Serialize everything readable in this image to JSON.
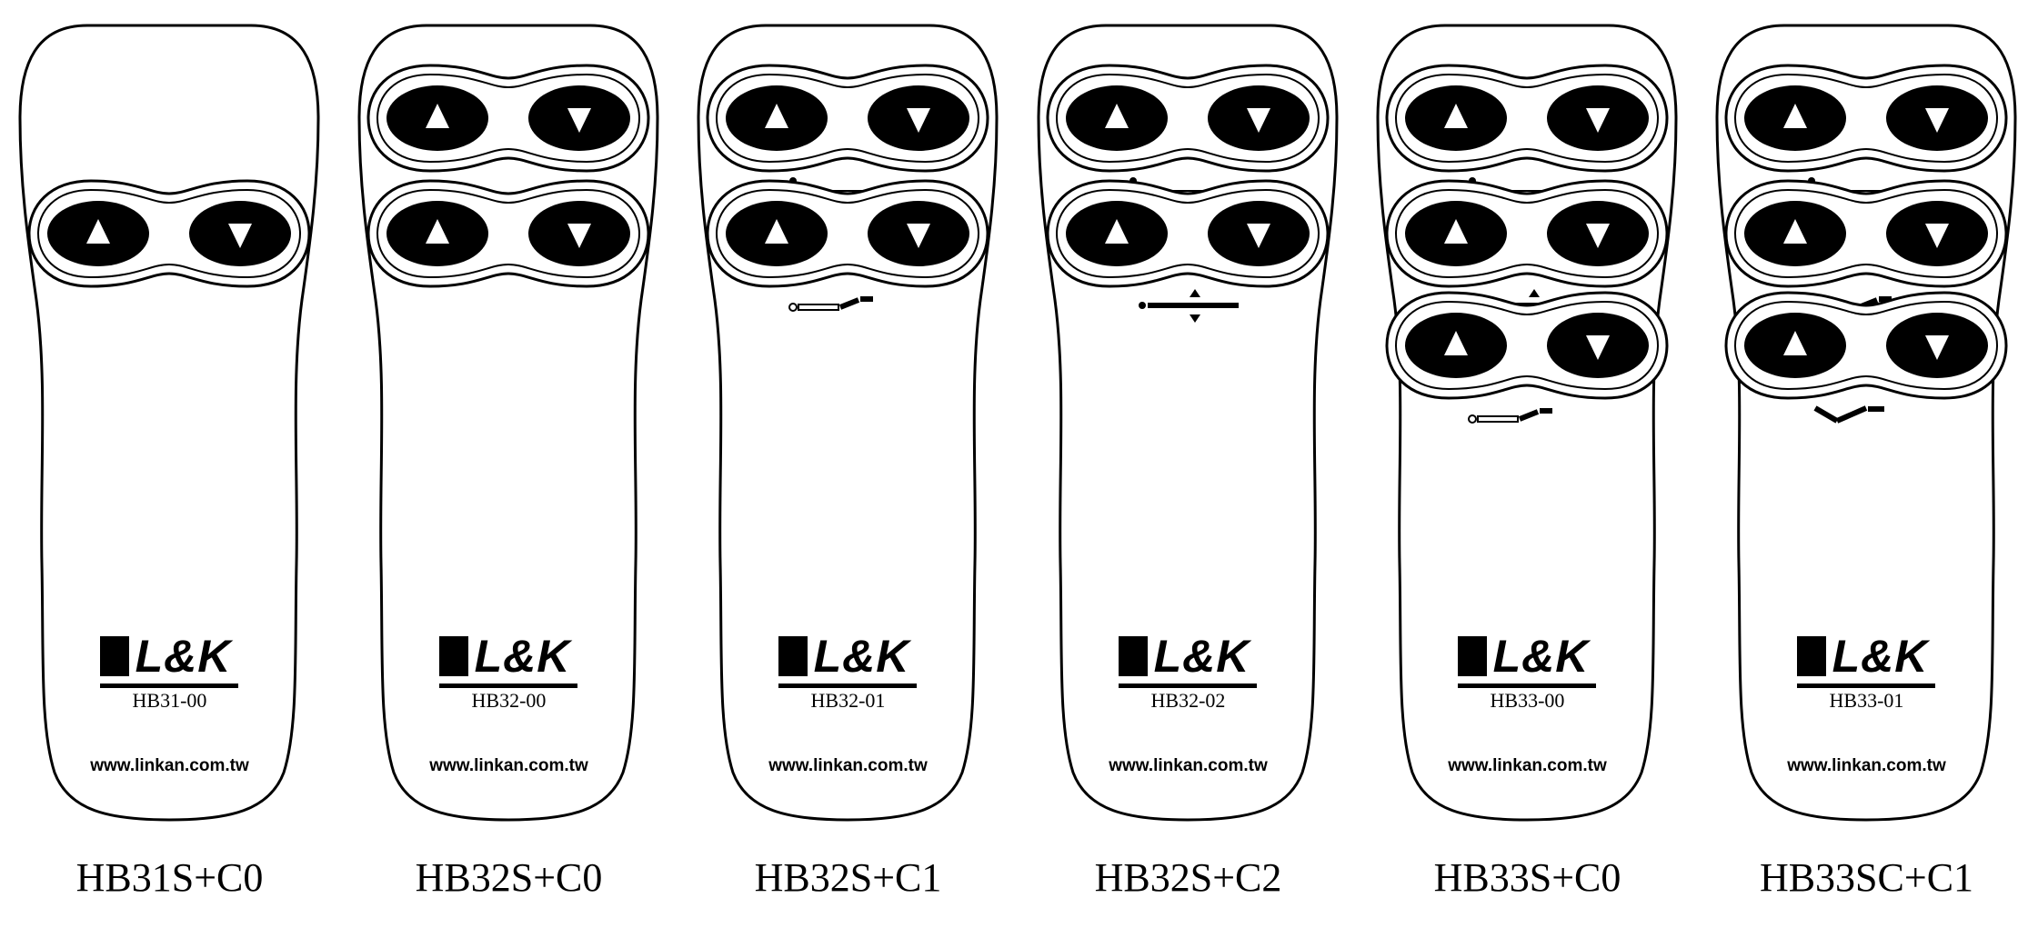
{
  "remotes": [
    {
      "id": "hb31s-c0",
      "caption": "HB31S+C0",
      "model": "HB31-00",
      "brand": "L&K",
      "website": "www.linkan.com.tw",
      "rows": [
        "none"
      ]
    },
    {
      "id": "hb32s-c0",
      "caption": "HB32S+C0",
      "model": "HB32-00",
      "brand": "L&K",
      "website": "www.linkan.com.tw",
      "rows": [
        "none",
        "none"
      ]
    },
    {
      "id": "hb32s-c1",
      "caption": "HB32S+C1",
      "model": "HB32-01",
      "brand": "L&K",
      "website": "www.linkan.com.tw",
      "rows": [
        "head-raise-icon",
        "leg-raise-icon"
      ]
    },
    {
      "id": "hb32s-c2",
      "caption": "HB32S+C2",
      "model": "HB32-02",
      "brand": "L&K",
      "website": "www.linkan.com.tw",
      "rows": [
        "head-raise-icon",
        "bed-height-icon"
      ]
    },
    {
      "id": "hb33s-c0",
      "caption": "HB33S+C0",
      "model": "HB33-00",
      "brand": "L&K",
      "website": "www.linkan.com.tw",
      "rows": [
        "head-raise-icon",
        "bed-height-icon",
        "leg-raise-icon"
      ]
    },
    {
      "id": "hb33sc-c1",
      "caption": "HB33SC+C1",
      "model": "HB33-01",
      "brand": "L&K",
      "website": "www.linkan.com.tw",
      "rows": [
        "head-raise-icon",
        "leg-raise-icon",
        "knee-bend-icon"
      ]
    }
  ],
  "button_icons": {
    "up": "triangle-up-icon",
    "down": "triangle-down-icon"
  },
  "colors": {
    "outline": "#000000",
    "button_fill": "#000000",
    "glyph": "#ffffff",
    "background": "#ffffff"
  }
}
